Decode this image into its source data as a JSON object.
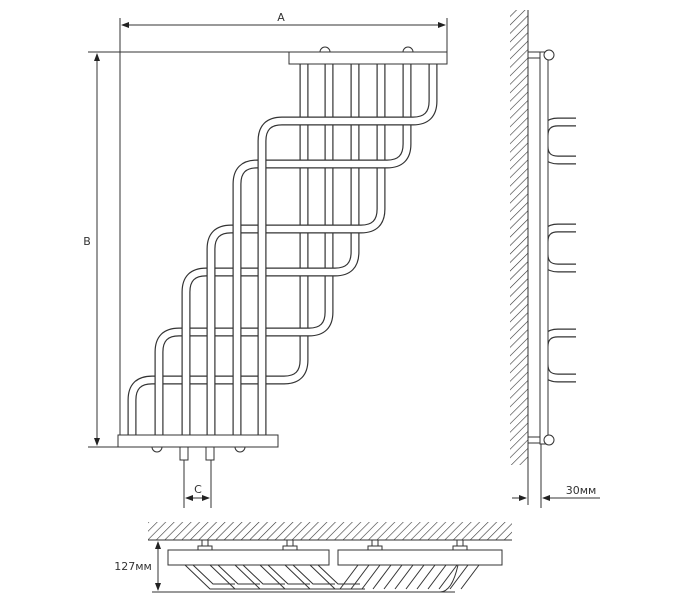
{
  "dimensions": {
    "width_label": "A",
    "height_label": "B",
    "connection_spacing_label": "C",
    "wall_distance_label": "30мм",
    "depth_label": "127мм"
  },
  "colors": {
    "line": "#333333",
    "background": "#ffffff"
  }
}
